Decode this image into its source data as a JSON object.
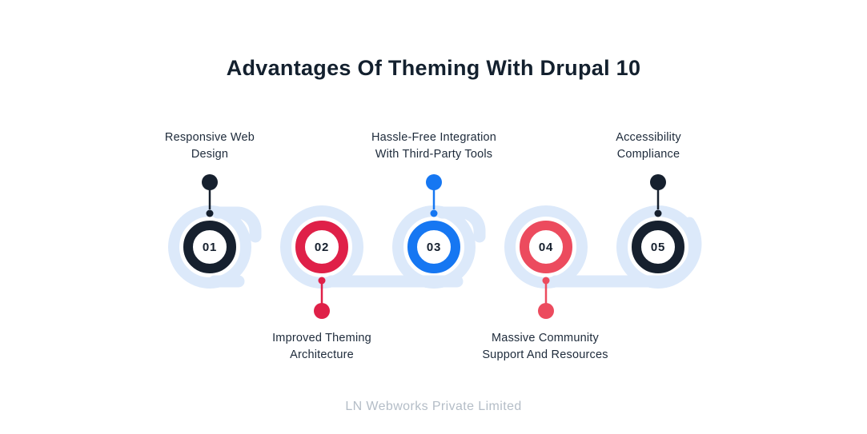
{
  "title": "Advantages Of Theming With Drupal 10",
  "footer": "LN Webworks Private Limited",
  "colors": {
    "background": "#ffffff",
    "ribbon": "#dce9fa",
    "navy": "#16202e",
    "title_text": "#13202e",
    "label_text": "#1d2a3a",
    "footer_text": "#b4bdc7"
  },
  "items": [
    {
      "number": "01",
      "label": "Responsive Web Design",
      "label_line1": "Responsive Web",
      "label_line2": "Design",
      "color": "#16202e",
      "label_position": "top"
    },
    {
      "number": "02",
      "label": "Improved Theming Architecture",
      "label_line1": "Improved Theming",
      "label_line2": "Architecture",
      "color": "#df2048",
      "label_position": "bottom"
    },
    {
      "number": "03",
      "label": "Hassle-Free Integration With Third-Party Tools",
      "label_line1": "Hassle-Free Integration",
      "label_line2": "With Third-Party Tools",
      "color": "#1677f2",
      "label_position": "top"
    },
    {
      "number": "04",
      "label": "Massive Community Support And Resources",
      "label_line1": "Massive Community",
      "label_line2": "Support And Resources",
      "color": "#ec4b5e",
      "label_position": "bottom"
    },
    {
      "number": "05",
      "label": "Accessibility Compliance",
      "label_line1": "Accessibility",
      "label_line2": "Compliance",
      "color": "#16202e",
      "label_position": "top"
    }
  ]
}
